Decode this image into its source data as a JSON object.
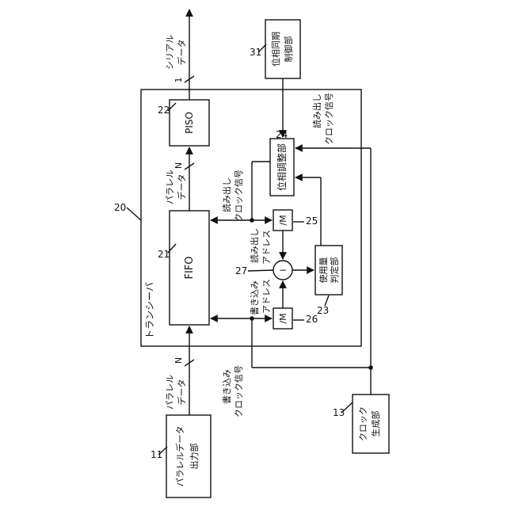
{
  "blocks": {
    "transceiver": {
      "ref": "20",
      "label": "トランシーバ"
    },
    "fifo": {
      "ref": "21",
      "label": "FIFO"
    },
    "piso": {
      "ref": "22",
      "label": "PISO"
    },
    "phase_adjust": {
      "ref": "24",
      "label": "位相調整部"
    },
    "div_read": {
      "ref": "25",
      "label": "/M"
    },
    "div_write": {
      "ref": "26",
      "label": "/M"
    },
    "subtractor": {
      "ref": "27",
      "label": "−"
    },
    "usage_judge": {
      "ref": "23",
      "line1": "使用量",
      "line2": "判定部"
    },
    "phase_sync": {
      "ref": "31",
      "line1": "位相同期",
      "line2": "制御部"
    },
    "clock_gen": {
      "ref": "13",
      "line1": "クロック",
      "line2": "生成部"
    },
    "parallel_out": {
      "ref": "11",
      "line1": "パラレルデータ",
      "line2": "出力部"
    }
  },
  "signals": {
    "serial_data": {
      "line1": "シリアル",
      "line2": "データ",
      "width": "1"
    },
    "parallel_data_top": {
      "line1": "パラレル",
      "line2": "データ",
      "width": "N"
    },
    "parallel_data_bottom": {
      "line1": "パラレル",
      "line2": "データ",
      "width": "N"
    },
    "read_clock_outer": {
      "line1": "読み出し",
      "line2": "クロック信号"
    },
    "read_clock_inner": {
      "line1": "読み出し",
      "line2": "クロック信号"
    },
    "write_clock": {
      "line1": "書き込み",
      "line2": "クロック信号"
    },
    "read_address": {
      "line1": "読み出し",
      "line2": "アドレス"
    },
    "write_address": {
      "line1": "書き込み",
      "line2": "アドレス"
    }
  }
}
